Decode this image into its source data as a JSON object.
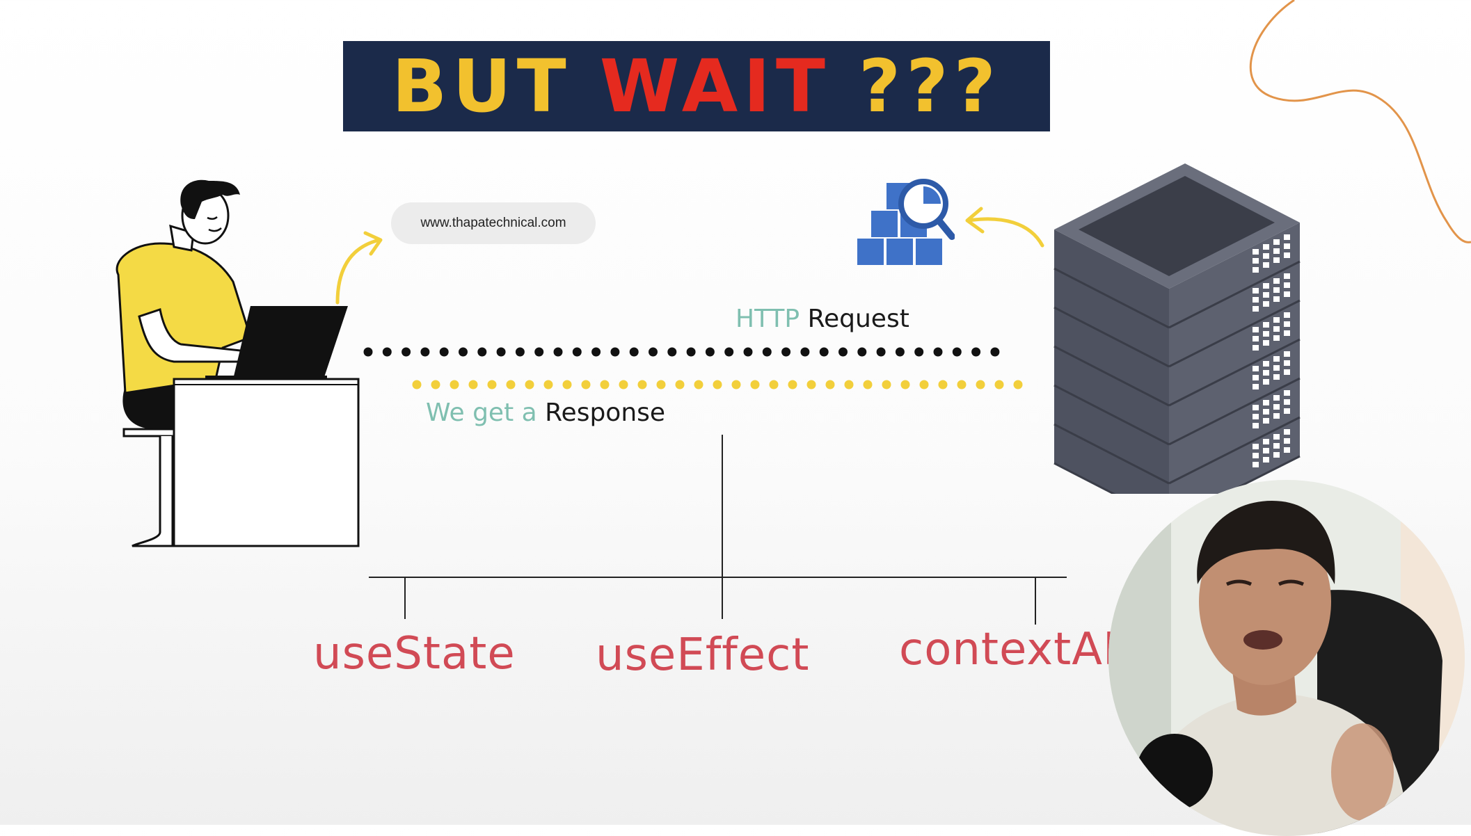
{
  "banner": {
    "word1": "BUT",
    "word2": "WAIT",
    "word3": "???"
  },
  "url_pill": {
    "text": "www.thapatechnical.com"
  },
  "http_request": {
    "part1": "HTTP",
    "part2": "Request"
  },
  "response": {
    "part1": "We get a",
    "part2": "Response"
  },
  "hooks": [
    "useState",
    "useEffect",
    "contextAPI"
  ],
  "colors": {
    "banner_bg": "#1b2a4a",
    "banner_yellow": "#f2c12e",
    "banner_red": "#e52a1f",
    "hook_red": "#d14a55",
    "teal": "#7fbfb0",
    "dot_black": "#111111",
    "dot_yellow": "#f2cf3b",
    "server": "#545866",
    "curve_orange": "#e2944a"
  },
  "icons": [
    "person-at-laptop-illustration",
    "arrow-icon",
    "database-search-icon",
    "server-rack-icon",
    "presenter-webcam"
  ]
}
